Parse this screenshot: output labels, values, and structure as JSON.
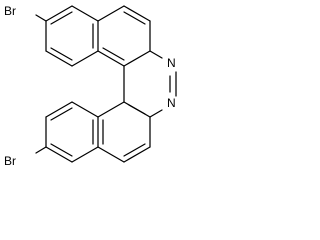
{
  "diagram": {
    "atoms": {
      "br_top": "Br",
      "br_bottom": "Br",
      "n_upper": "N",
      "n_lower": "N"
    }
  }
}
